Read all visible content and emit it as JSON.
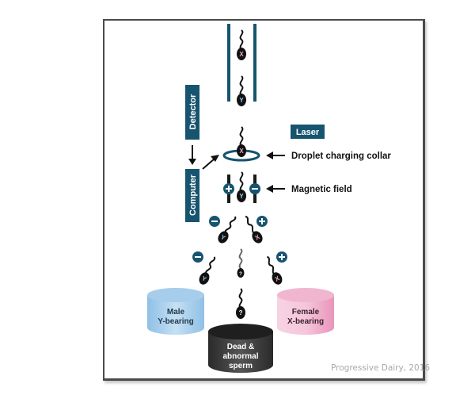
{
  "diagram": {
    "labels": {
      "detector": "Detector",
      "computer": "Computer",
      "laser": "Laser",
      "droplet_charging_collar": "Droplet charging collar",
      "magnetic_field": "Magnetic field"
    },
    "sperm_markers": {
      "x": "X",
      "y": "Y",
      "unknown": "?"
    },
    "charges": {
      "plus": "+",
      "minus": "−"
    },
    "containers": {
      "male": [
        "Male",
        "Y-bearing"
      ],
      "female": [
        "Female",
        "X-bearing"
      ],
      "dead": [
        "Dead &",
        "abnormal",
        "sperm"
      ]
    },
    "credit": "Progressive Dairy, 2016",
    "colors": {
      "accent": "#17546f",
      "male_container": "#a9d0ec",
      "female_container": "#f1b8d2",
      "dead_container": "#3b3b3b",
      "x_marker": "#e9a6c0",
      "y_marker": "#9ec9e6"
    }
  }
}
